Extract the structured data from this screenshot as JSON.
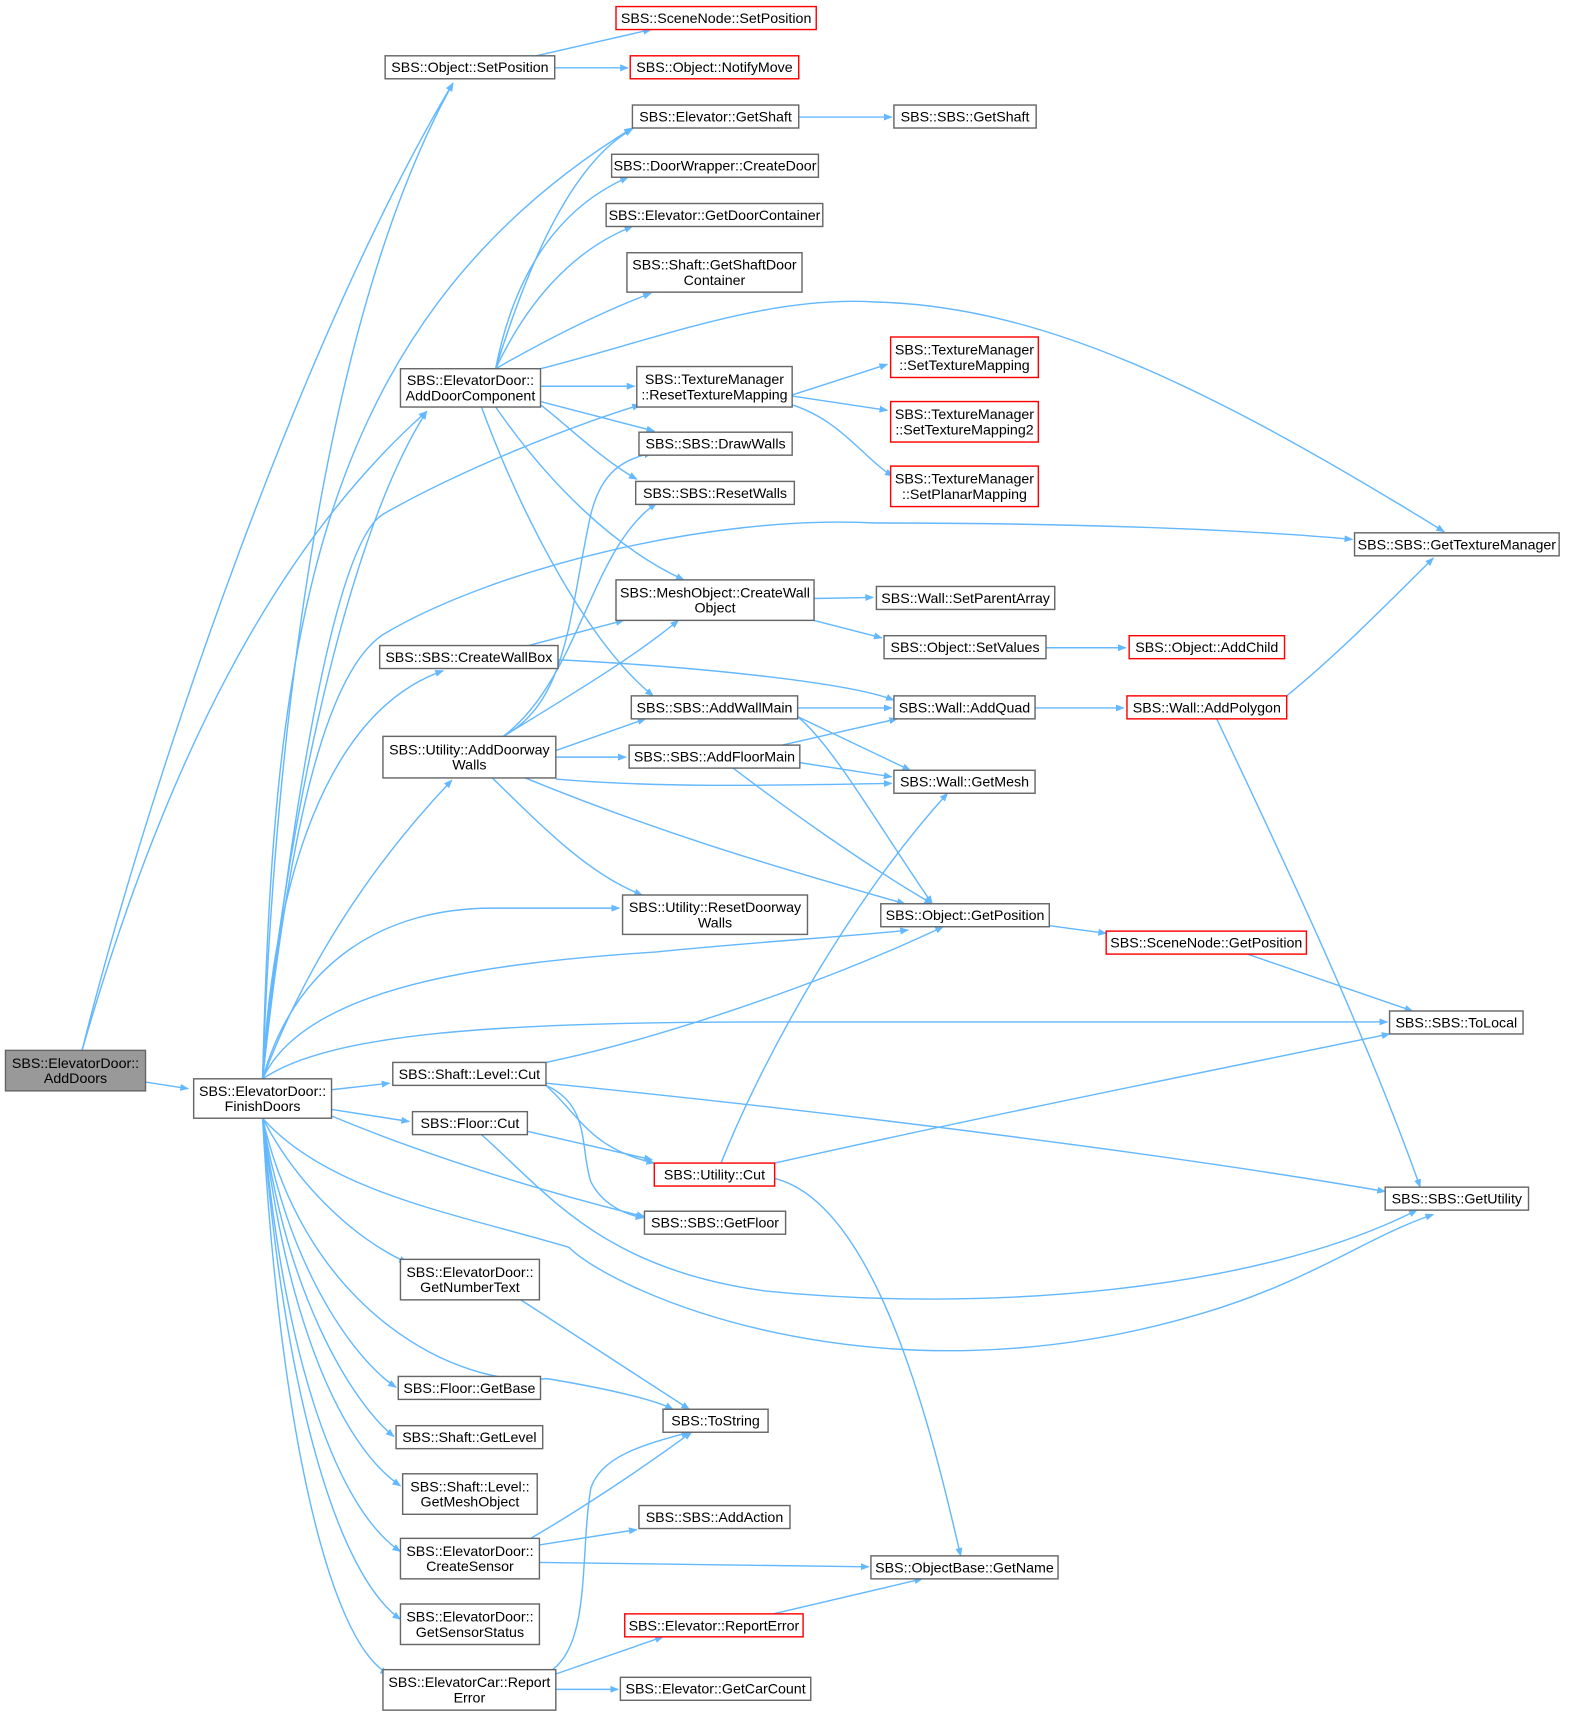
{
  "colors": {
    "node_border": "#666666",
    "node_border_truncated": "#ff0000",
    "node_fill": "#ffffff",
    "focus_fill": "#999999",
    "focus_border": "#666666",
    "edge": "#63b8ff",
    "text": "#000000"
  },
  "nodes": [
    {
      "id": "n0",
      "label": [
        "SBS::ElevatorDoor::",
        "AddDoors"
      ],
      "style": "focus"
    },
    {
      "id": "n1",
      "label": [
        "SBS::ElevatorDoor::",
        "FinishDoors"
      ],
      "style": "normal"
    },
    {
      "id": "n2",
      "label": [
        "SBS::Object::SetPosition"
      ],
      "style": "normal"
    },
    {
      "id": "n3",
      "label": [
        "SBS::SceneNode::SetPosition"
      ],
      "style": "truncated"
    },
    {
      "id": "n4",
      "label": [
        "SBS::Object::NotifyMove"
      ],
      "style": "truncated"
    },
    {
      "id": "n5",
      "label": [
        "SBS::Elevator::GetShaft"
      ],
      "style": "normal"
    },
    {
      "id": "n6",
      "label": [
        "SBS::SBS::GetShaft"
      ],
      "style": "normal"
    },
    {
      "id": "n7",
      "label": [
        "SBS::DoorWrapper::CreateDoor"
      ],
      "style": "normal"
    },
    {
      "id": "n8",
      "label": [
        "SBS::Elevator::GetDoorContainer"
      ],
      "style": "normal"
    },
    {
      "id": "n9",
      "label": [
        "SBS::Shaft::GetShaftDoor",
        "Container"
      ],
      "style": "normal"
    },
    {
      "id": "n10",
      "label": [
        "SBS::ElevatorDoor::",
        "AddDoorComponent"
      ],
      "style": "normal"
    },
    {
      "id": "n11",
      "label": [
        "SBS::TextureManager",
        "::ResetTextureMapping"
      ],
      "style": "normal"
    },
    {
      "id": "n12",
      "label": [
        "SBS::TextureManager",
        "::SetTextureMapping"
      ],
      "style": "truncated"
    },
    {
      "id": "n13",
      "label": [
        "SBS::TextureManager",
        "::SetTextureMapping2"
      ],
      "style": "truncated"
    },
    {
      "id": "n14",
      "label": [
        "SBS::TextureManager",
        "::SetPlanarMapping"
      ],
      "style": "truncated"
    },
    {
      "id": "n15",
      "label": [
        "SBS::SBS::DrawWalls"
      ],
      "style": "normal"
    },
    {
      "id": "n16",
      "label": [
        "SBS::SBS::ResetWalls"
      ],
      "style": "normal"
    },
    {
      "id": "n17",
      "label": [
        "SBS::SBS::GetTextureManager"
      ],
      "style": "normal"
    },
    {
      "id": "n18",
      "label": [
        "SBS::MeshObject::CreateWall",
        "Object"
      ],
      "style": "normal"
    },
    {
      "id": "n19",
      "label": [
        "SBS::Wall::SetParentArray"
      ],
      "style": "normal"
    },
    {
      "id": "n20",
      "label": [
        "SBS::SBS::CreateWallBox"
      ],
      "style": "normal"
    },
    {
      "id": "n21",
      "label": [
        "SBS::Object::SetValues"
      ],
      "style": "normal"
    },
    {
      "id": "n22",
      "label": [
        "SBS::Object::AddChild"
      ],
      "style": "truncated"
    },
    {
      "id": "n23",
      "label": [
        "SBS::SBS::AddWallMain"
      ],
      "style": "normal"
    },
    {
      "id": "n24",
      "label": [
        "SBS::Wall::AddQuad"
      ],
      "style": "normal"
    },
    {
      "id": "n25",
      "label": [
        "SBS::Wall::AddPolygon"
      ],
      "style": "truncated"
    },
    {
      "id": "n26",
      "label": [
        "SBS::Utility::AddDoorway",
        "Walls"
      ],
      "style": "normal"
    },
    {
      "id": "n27",
      "label": [
        "SBS::SBS::AddFloorMain"
      ],
      "style": "normal"
    },
    {
      "id": "n28",
      "label": [
        "SBS::Wall::GetMesh"
      ],
      "style": "normal"
    },
    {
      "id": "n29",
      "label": [
        "SBS::Utility::ResetDoorway",
        "Walls"
      ],
      "style": "normal"
    },
    {
      "id": "n30",
      "label": [
        "SBS::Object::GetPosition"
      ],
      "style": "normal"
    },
    {
      "id": "n31",
      "label": [
        "SBS::SceneNode::GetPosition"
      ],
      "style": "truncated"
    },
    {
      "id": "n32",
      "label": [
        "SBS::SBS::ToLocal"
      ],
      "style": "normal"
    },
    {
      "id": "n33",
      "label": [
        "SBS::Shaft::Level::Cut"
      ],
      "style": "normal"
    },
    {
      "id": "n34",
      "label": [
        "SBS::Floor::Cut"
      ],
      "style": "normal"
    },
    {
      "id": "n35",
      "label": [
        "SBS::Utility::Cut"
      ],
      "style": "truncated"
    },
    {
      "id": "n36",
      "label": [
        "SBS::SBS::GetUtility"
      ],
      "style": "normal"
    },
    {
      "id": "n37",
      "label": [
        "SBS::SBS::GetFloor"
      ],
      "style": "normal"
    },
    {
      "id": "n38",
      "label": [
        "SBS::ElevatorDoor::",
        "GetNumberText"
      ],
      "style": "normal"
    },
    {
      "id": "n39",
      "label": [
        "SBS::Floor::GetBase"
      ],
      "style": "normal"
    },
    {
      "id": "n40",
      "label": [
        "SBS::ToString"
      ],
      "style": "normal"
    },
    {
      "id": "n41",
      "label": [
        "SBS::Shaft::GetLevel"
      ],
      "style": "normal"
    },
    {
      "id": "n42",
      "label": [
        "SBS::Shaft::Level::",
        "GetMeshObject"
      ],
      "style": "normal"
    },
    {
      "id": "n43",
      "label": [
        "SBS::SBS::AddAction"
      ],
      "style": "normal"
    },
    {
      "id": "n44",
      "label": [
        "SBS::ElevatorDoor::",
        "CreateSensor"
      ],
      "style": "normal"
    },
    {
      "id": "n45",
      "label": [
        "SBS::ObjectBase::GetName"
      ],
      "style": "normal"
    },
    {
      "id": "n46",
      "label": [
        "SBS::Elevator::ReportError"
      ],
      "style": "truncated"
    },
    {
      "id": "n47",
      "label": [
        "SBS::ElevatorDoor::",
        "GetSensorStatus"
      ],
      "style": "normal"
    },
    {
      "id": "n48",
      "label": [
        "SBS::ElevatorCar::Report",
        "Error"
      ],
      "style": "normal"
    },
    {
      "id": "n49",
      "label": [
        "SBS::Elevator::GetCarCount"
      ],
      "style": "normal"
    }
  ]
}
